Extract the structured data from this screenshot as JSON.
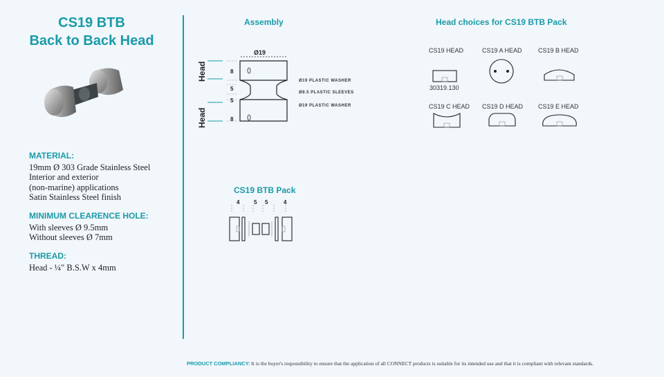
{
  "title": {
    "line1": "CS19 BTB",
    "line2": "Back to Back Head"
  },
  "specs": {
    "material": {
      "heading": "MATERIAL:",
      "lines": [
        "19mm Ø 303 Grade Stainless Steel",
        "Interior and exterior",
        "(non-marine) applications",
        "Satin Stainless Steel finish"
      ]
    },
    "hole": {
      "heading": "MINIMUM CLEARENCE HOLE:",
      "lines": [
        "With sleeves Ø 9.5mm",
        "Without sleeves Ø 7mm"
      ]
    },
    "thread": {
      "heading": "THREAD:",
      "lines": [
        "Head - ¼\" B.S.W x 4mm"
      ]
    }
  },
  "assembly": {
    "title": "Assembly",
    "diameter": "Ø19",
    "head_label": "Head",
    "dims": [
      "8",
      "5",
      "5",
      "8"
    ],
    "labels": [
      "Ø19 PLASTIC WASHER",
      "Ø9.5 PLASTIC SLEEVES",
      "Ø19 PLASTIC WASHER"
    ]
  },
  "pack": {
    "title": "CS19 BTB Pack",
    "dims": [
      "4",
      "5",
      "5",
      "4"
    ]
  },
  "heads": {
    "title": "Head choices for CS19 BTB Pack",
    "items": [
      {
        "label": "CS19 HEAD",
        "code": "30319.130"
      },
      {
        "label": "CS19 A HEAD",
        "code": ""
      },
      {
        "label": "CS19 B HEAD",
        "code": ""
      },
      {
        "label": "CS19 C HEAD",
        "code": ""
      },
      {
        "label": "CS19 D HEAD",
        "code": ""
      },
      {
        "label": "CS19 E HEAD",
        "code": ""
      }
    ]
  },
  "footer": {
    "label": "PRODUCT COMPLIANCY:",
    "text": "It is the buyer's responsibility to ensure that the application of all CONNECT products is suitable for its intended use and that it is compliant with relevant standards."
  },
  "colors": {
    "accent": "#1a9aa8",
    "background": "#f1f7fb"
  }
}
